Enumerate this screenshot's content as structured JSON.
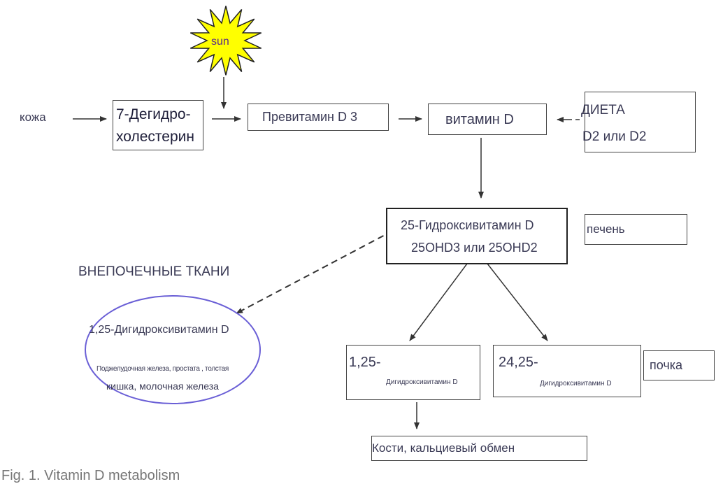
{
  "sun": {
    "label": "sun"
  },
  "nodes": {
    "skin": "кожа",
    "dehydro_line1": "7-Дегидро-",
    "dehydro_line2": "холестерин",
    "previtamin": "Превитамин D 3",
    "vitamin_d": "витамин D",
    "diet_line1": "ДИЕТА",
    "diet_line2": "D2 или D2",
    "hydroxy_line1": "25-Гидроксивитамин D",
    "hydroxy_line2": "25OHD3 или 25OHD2",
    "liver": "печень",
    "extrarenal_title": "ВНЕПОЧЕЧНЫЕ ТКАНИ",
    "ellipse_title": "1,25-Дигидроксивитамин D",
    "ellipse_sub1": "Поджелудочная железа, простата , толстая",
    "ellipse_sub2": "кишка, молочная железа",
    "dihydroxy_num": "1,25-",
    "dihydroxy_text": "Дигидроксивитамин D",
    "dihydroxy24_num": "24,25-",
    "dihydroxy24_text": "Дигидроксивитамин D",
    "kidney": "почка",
    "bones": "Кости, кальциевый обмен"
  },
  "caption": "Fig. 1. Vitamin D metabolism",
  "colors": {
    "ellipse_stroke": "#6a5fd6",
    "sun_fill": "#ffff00",
    "line": "#333333"
  }
}
